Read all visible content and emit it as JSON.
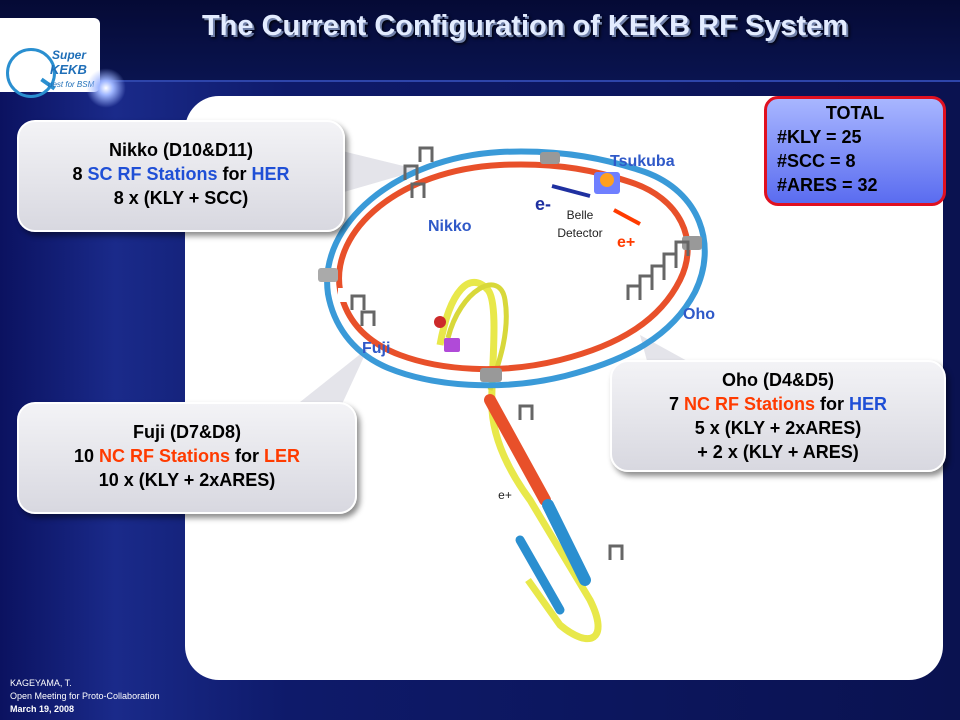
{
  "title": "The Current Configuration of KEKB RF System",
  "logo": {
    "line1": "Super",
    "line2": "KEKB",
    "line3": "uest for BSM"
  },
  "total": {
    "heading": "TOTAL",
    "rows": [
      "#KLY   = 25",
      "#SCC   = 8",
      "#ARES = 32"
    ]
  },
  "callouts": {
    "nikko": {
      "line1": "Nikko (D10&D11)",
      "count": "8",
      "type": "SC RF Stations",
      "for": "for",
      "ring": "HER",
      "line3": "8 x (KLY + SCC)"
    },
    "fuji": {
      "line1": "Fuji (D7&D8)",
      "count": "10",
      "type": "NC RF Stations",
      "for": "for",
      "ring": "LER",
      "line3": "10 x (KLY + 2xARES)"
    },
    "oho": {
      "line1": "Oho (D4&D5)",
      "count": "7",
      "type": "NC RF Stations",
      "for": "for",
      "ring": "HER",
      "line3": "5 x (KLY + 2xARES)",
      "line4": "+ 2 x (KLY + ARES)"
    }
  },
  "labels": {
    "tsukuba": "Tsukuba",
    "nikko": "Nikko",
    "oho": "Oho",
    "fuji": "Fuji",
    "electron": "e-",
    "positron": "e+",
    "detector_line1": "Belle",
    "detector_line2": "Detector",
    "linac_positron": "e+"
  },
  "footer": {
    "author": "KAGEYAMA, T.",
    "event": "Open Meeting for Proto-Collaboration",
    "date": "March 19, 2008"
  },
  "colors": {
    "her_ring": "#e8502a",
    "ler_ring": "#3a9ad8",
    "linac": "#e8e84a",
    "accent_blue": "#1f4fd6",
    "accent_red": "#ff3b00",
    "total_border": "#e01020"
  }
}
